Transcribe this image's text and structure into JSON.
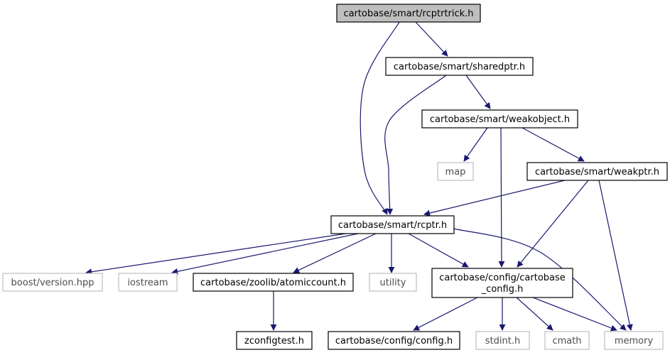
{
  "colors": {
    "edge": "#191970",
    "root_fill": "#bfbfbf",
    "node_border": "#000000",
    "external_border": "#bfbfbf",
    "external_text": "#4d4d4d"
  },
  "nodes": [
    {
      "id": "rcptrtrick",
      "lines": [
        "cartobase/smart/rcptrtrick.h"
      ],
      "style": "root"
    },
    {
      "id": "sharedptr",
      "lines": [
        "cartobase/smart/sharedptr.h"
      ],
      "style": "solid"
    },
    {
      "id": "weakobject",
      "lines": [
        "cartobase/smart/weakobject.h"
      ],
      "style": "solid"
    },
    {
      "id": "map",
      "lines": [
        "map"
      ],
      "style": "external"
    },
    {
      "id": "weakptr",
      "lines": [
        "cartobase/smart/weakptr.h"
      ],
      "style": "solid"
    },
    {
      "id": "rcptr",
      "lines": [
        "cartobase/smart/rcptr.h"
      ],
      "style": "solid"
    },
    {
      "id": "boost",
      "lines": [
        "boost/version.hpp"
      ],
      "style": "external"
    },
    {
      "id": "iostream",
      "lines": [
        "iostream"
      ],
      "style": "external"
    },
    {
      "id": "atomiccount",
      "lines": [
        "cartobase/zoolib/atomiccount.h"
      ],
      "style": "solid"
    },
    {
      "id": "utility",
      "lines": [
        "utility"
      ],
      "style": "external"
    },
    {
      "id": "cbconfig",
      "lines": [
        "cartobase/config/cartobase",
        "_config.h"
      ],
      "style": "solid"
    },
    {
      "id": "memory",
      "lines": [
        "memory"
      ],
      "style": "external"
    },
    {
      "id": "zconfigtest",
      "lines": [
        "zconfigtest.h"
      ],
      "style": "solid"
    },
    {
      "id": "config",
      "lines": [
        "cartobase/config/config.h"
      ],
      "style": "solid"
    },
    {
      "id": "stdint",
      "lines": [
        "stdint.h"
      ],
      "style": "external"
    },
    {
      "id": "cmath",
      "lines": [
        "cmath"
      ],
      "style": "external"
    }
  ],
  "edges": [
    {
      "from": "rcptrtrick",
      "to": "sharedptr"
    },
    {
      "from": "rcptrtrick",
      "to": "rcptr"
    },
    {
      "from": "sharedptr",
      "to": "weakobject"
    },
    {
      "from": "sharedptr",
      "to": "rcptr"
    },
    {
      "from": "weakobject",
      "to": "map"
    },
    {
      "from": "weakobject",
      "to": "weakptr"
    },
    {
      "from": "weakobject",
      "to": "cbconfig"
    },
    {
      "from": "weakptr",
      "to": "rcptr"
    },
    {
      "from": "weakptr",
      "to": "cbconfig"
    },
    {
      "from": "weakptr",
      "to": "memory"
    },
    {
      "from": "rcptr",
      "to": "boost"
    },
    {
      "from": "rcptr",
      "to": "iostream"
    },
    {
      "from": "rcptr",
      "to": "atomiccount"
    },
    {
      "from": "rcptr",
      "to": "utility"
    },
    {
      "from": "rcptr",
      "to": "cbconfig"
    },
    {
      "from": "rcptr",
      "to": "memory"
    },
    {
      "from": "atomiccount",
      "to": "zconfigtest"
    },
    {
      "from": "cbconfig",
      "to": "config"
    },
    {
      "from": "cbconfig",
      "to": "stdint"
    },
    {
      "from": "cbconfig",
      "to": "cmath"
    },
    {
      "from": "cbconfig",
      "to": "memory"
    }
  ]
}
